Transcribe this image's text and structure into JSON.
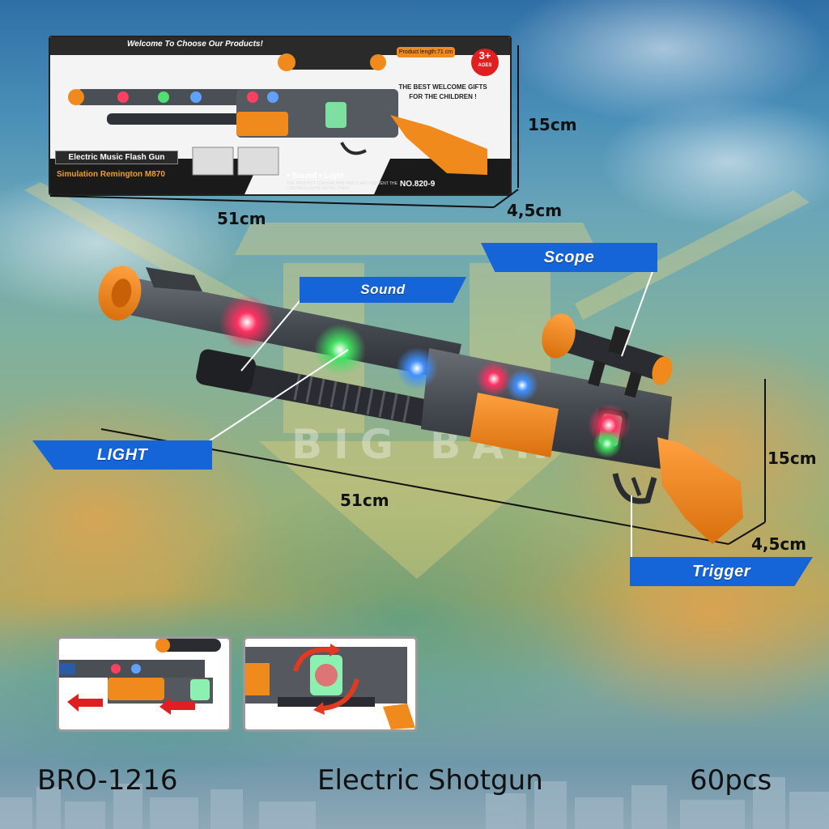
{
  "package": {
    "welcome": "Welcome To Choose Our Products!",
    "product_length": "Product length:71 cm",
    "age_badge_top": "3+",
    "age_badge_bottom": "AGES",
    "best_gift": "THE BEST WELCOME GIFTS FOR THE CHILDREN !",
    "name": "Electric Music Flash Gun",
    "subtitle": "Simulation Remington M870",
    "features": "• Sound • Light",
    "warning": "THE PRODUCT CONTAIN MINI PARTS AND PREVENT THE CHILDREN FROM EATING THEM.",
    "model_no": "NO.820-9"
  },
  "dimensions": {
    "box_height": "15cm",
    "box_depth": "4,5cm",
    "box_width": "51cm",
    "gun_length": "51cm",
    "gun_height": "15cm",
    "gun_depth": "4,5cm"
  },
  "callouts": {
    "scope": "Scope",
    "sound": "Sound",
    "light": "LIGHT",
    "trigger": "Trigger"
  },
  "watermark": "BIG BAR",
  "footer": {
    "code": "BRO-1216",
    "title": "Electric Shotgun",
    "quantity": "60pcs"
  },
  "colors": {
    "accent_blue": "#1565d8",
    "gun_gray": "#4a4e55",
    "gun_orange": "#f08a1c"
  }
}
